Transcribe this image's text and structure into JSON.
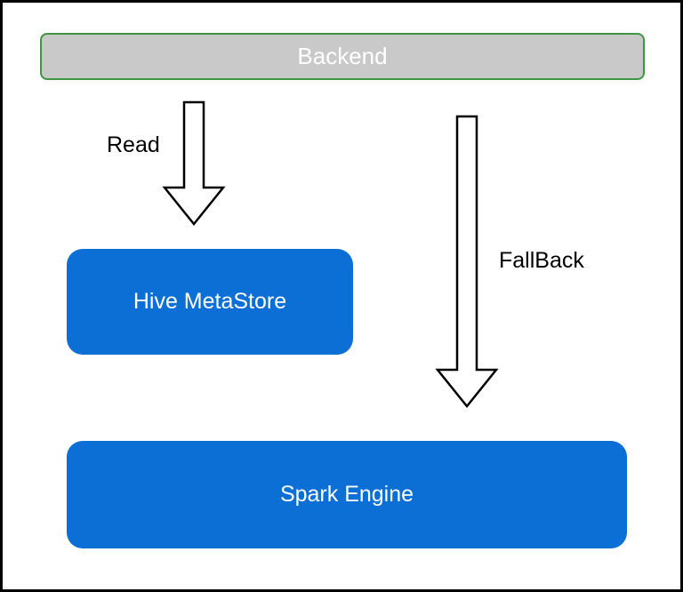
{
  "diagram": {
    "title": "",
    "nodes": {
      "backend": {
        "label": "Backend"
      },
      "hive_metastore": {
        "label": "Hive MetaStore"
      },
      "spark_engine": {
        "label": "Spark Engine"
      }
    },
    "edges": {
      "read": {
        "label": "Read",
        "from": "backend",
        "to": "hive_metastore"
      },
      "fallback": {
        "label": "FallBack",
        "from": "backend",
        "to": "spark_engine"
      }
    },
    "colors": {
      "node-blue": "#0b6fd6",
      "backend-fill": "#c9c9c9",
      "backend-border": "#3f9642",
      "node-text": "#ffffff",
      "label-text": "#000000",
      "arrow-outline": "#000000",
      "page-border": "#000000"
    }
  }
}
